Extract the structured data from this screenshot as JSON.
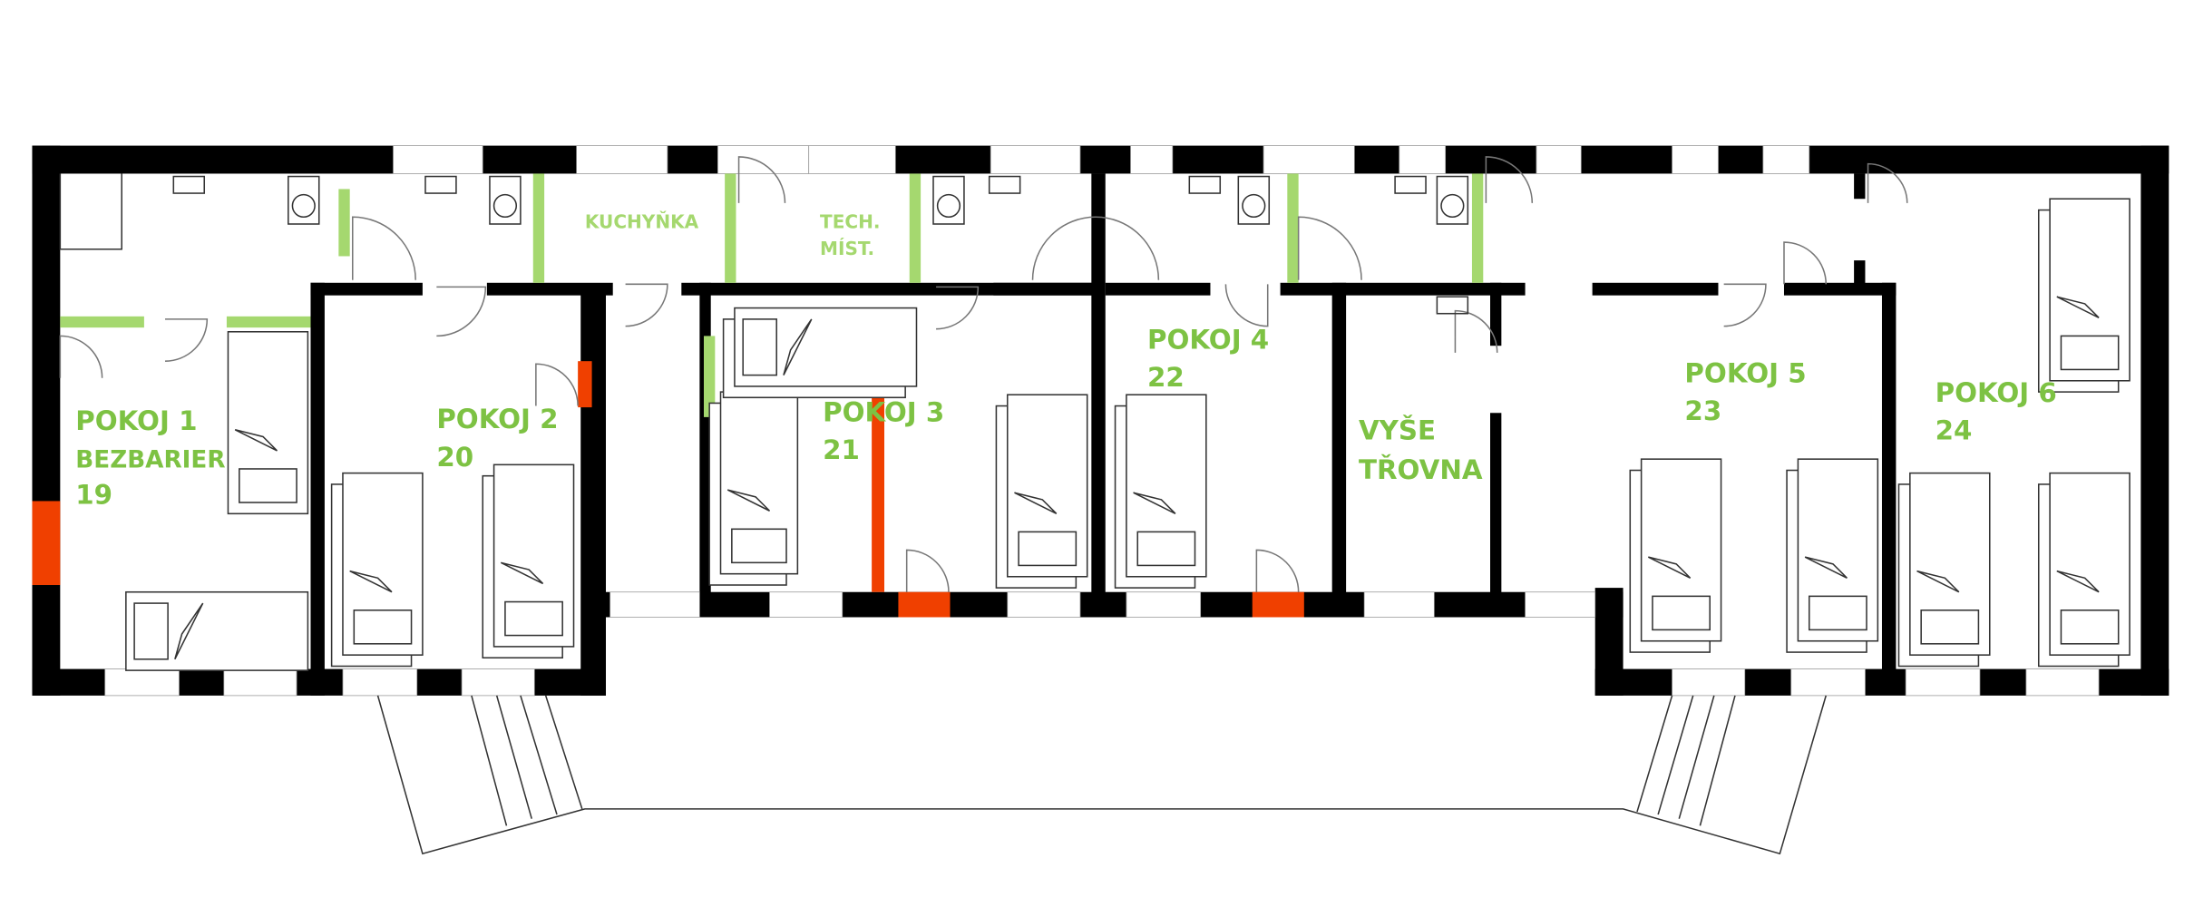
{
  "title": "Floor plan",
  "rooms": [
    {
      "name": "POKOJ 1",
      "sub": "BEZBARIER",
      "number": "19"
    },
    {
      "name": "POKOJ 2",
      "number": "20"
    },
    {
      "name": "KUCHYŇKA"
    },
    {
      "name": "TECH.",
      "sub": "MÍST."
    },
    {
      "name": "POKOJ 3",
      "number": "21"
    },
    {
      "name": "POKOJ 4",
      "number": "22"
    },
    {
      "name": "VYŠE",
      "sub": "TŘOVNA"
    },
    {
      "name": "POKOJ 5",
      "number": "23"
    },
    {
      "name": "POKOJ 6",
      "number": "24"
    }
  ],
  "colors": {
    "label": "#7dc243",
    "partition": "#a5d86f",
    "accent": "#f04000",
    "wall": "#000000"
  }
}
